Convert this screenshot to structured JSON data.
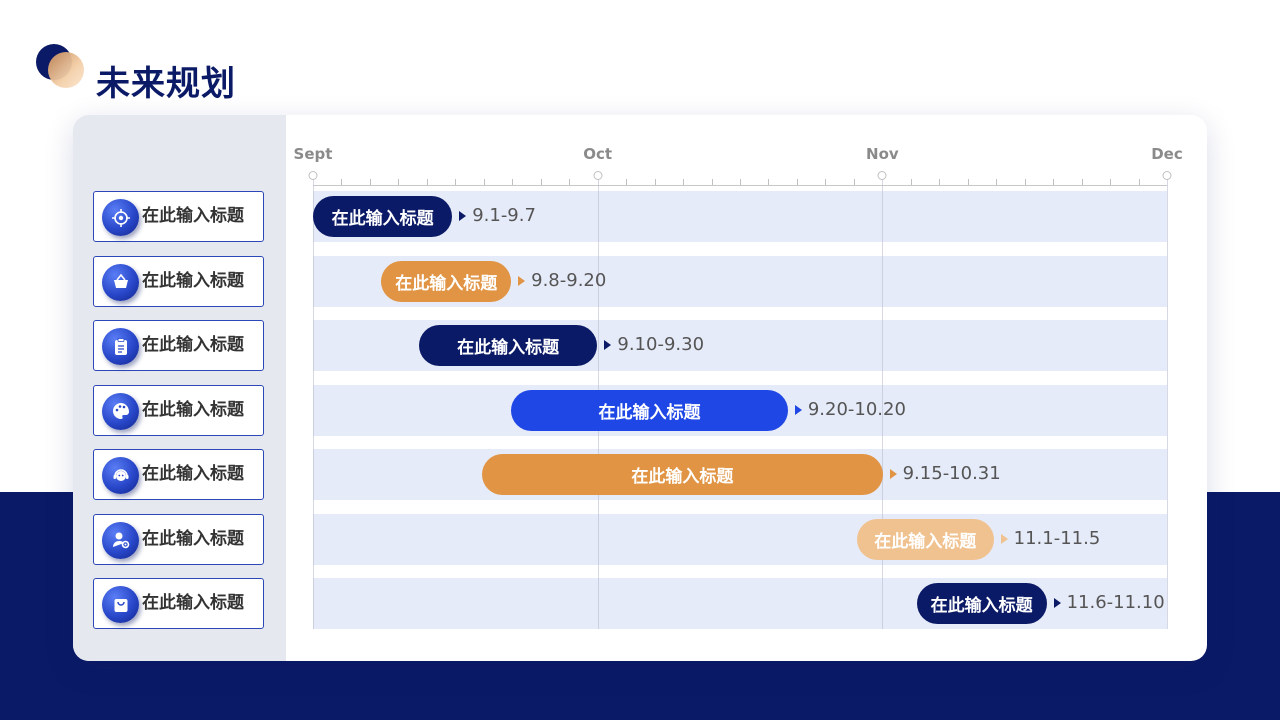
{
  "slide": {
    "title": "未来规划"
  },
  "timeline": {
    "months": [
      {
        "label": "Sept",
        "frac": 0.0
      },
      {
        "label": "Oct",
        "frac": 0.3333
      },
      {
        "label": "Nov",
        "frac": 0.6667
      },
      {
        "label": "Dec",
        "frac": 1.0
      }
    ],
    "tasks": [
      {
        "label": "在此输入标题",
        "bar_label": "在此输入标题",
        "range": "9.1-9.7",
        "start": 0.0,
        "end": 0.163,
        "color": "#0b1a66",
        "icon": "target-icon"
      },
      {
        "label": "在此输入标题",
        "bar_label": "在此输入标题",
        "range": "9.8-9.20",
        "start": 0.08,
        "end": 0.232,
        "color": "#e09444",
        "icon": "basket-icon"
      },
      {
        "label": "在此输入标题",
        "bar_label": "在此输入标题",
        "range": "9.10-9.30",
        "start": 0.124,
        "end": 0.333,
        "color": "#0b1a66",
        "icon": "clipboard-icon"
      },
      {
        "label": "在此输入标题",
        "bar_label": "在此输入标题",
        "range": "9.20-10.20",
        "start": 0.232,
        "end": 0.556,
        "color": "#1f47e6",
        "icon": "palette-icon"
      },
      {
        "label": "在此输入标题",
        "bar_label": "在此输入标题",
        "range": "9.15-10.31",
        "start": 0.198,
        "end": 0.667,
        "color": "#e09444",
        "icon": "support-agent-icon"
      },
      {
        "label": "在此输入标题",
        "bar_label": "在此输入标题",
        "range": "11.1-11.5",
        "start": 0.637,
        "end": 0.797,
        "color": "#f0c290",
        "icon": "user-settings-icon"
      },
      {
        "label": "在此输入标题",
        "bar_label": "在此输入标题",
        "range": "11.6-11.10",
        "start": 0.707,
        "end": 0.859,
        "color": "#0b1a66",
        "icon": "shopping-bag-icon"
      }
    ]
  }
}
